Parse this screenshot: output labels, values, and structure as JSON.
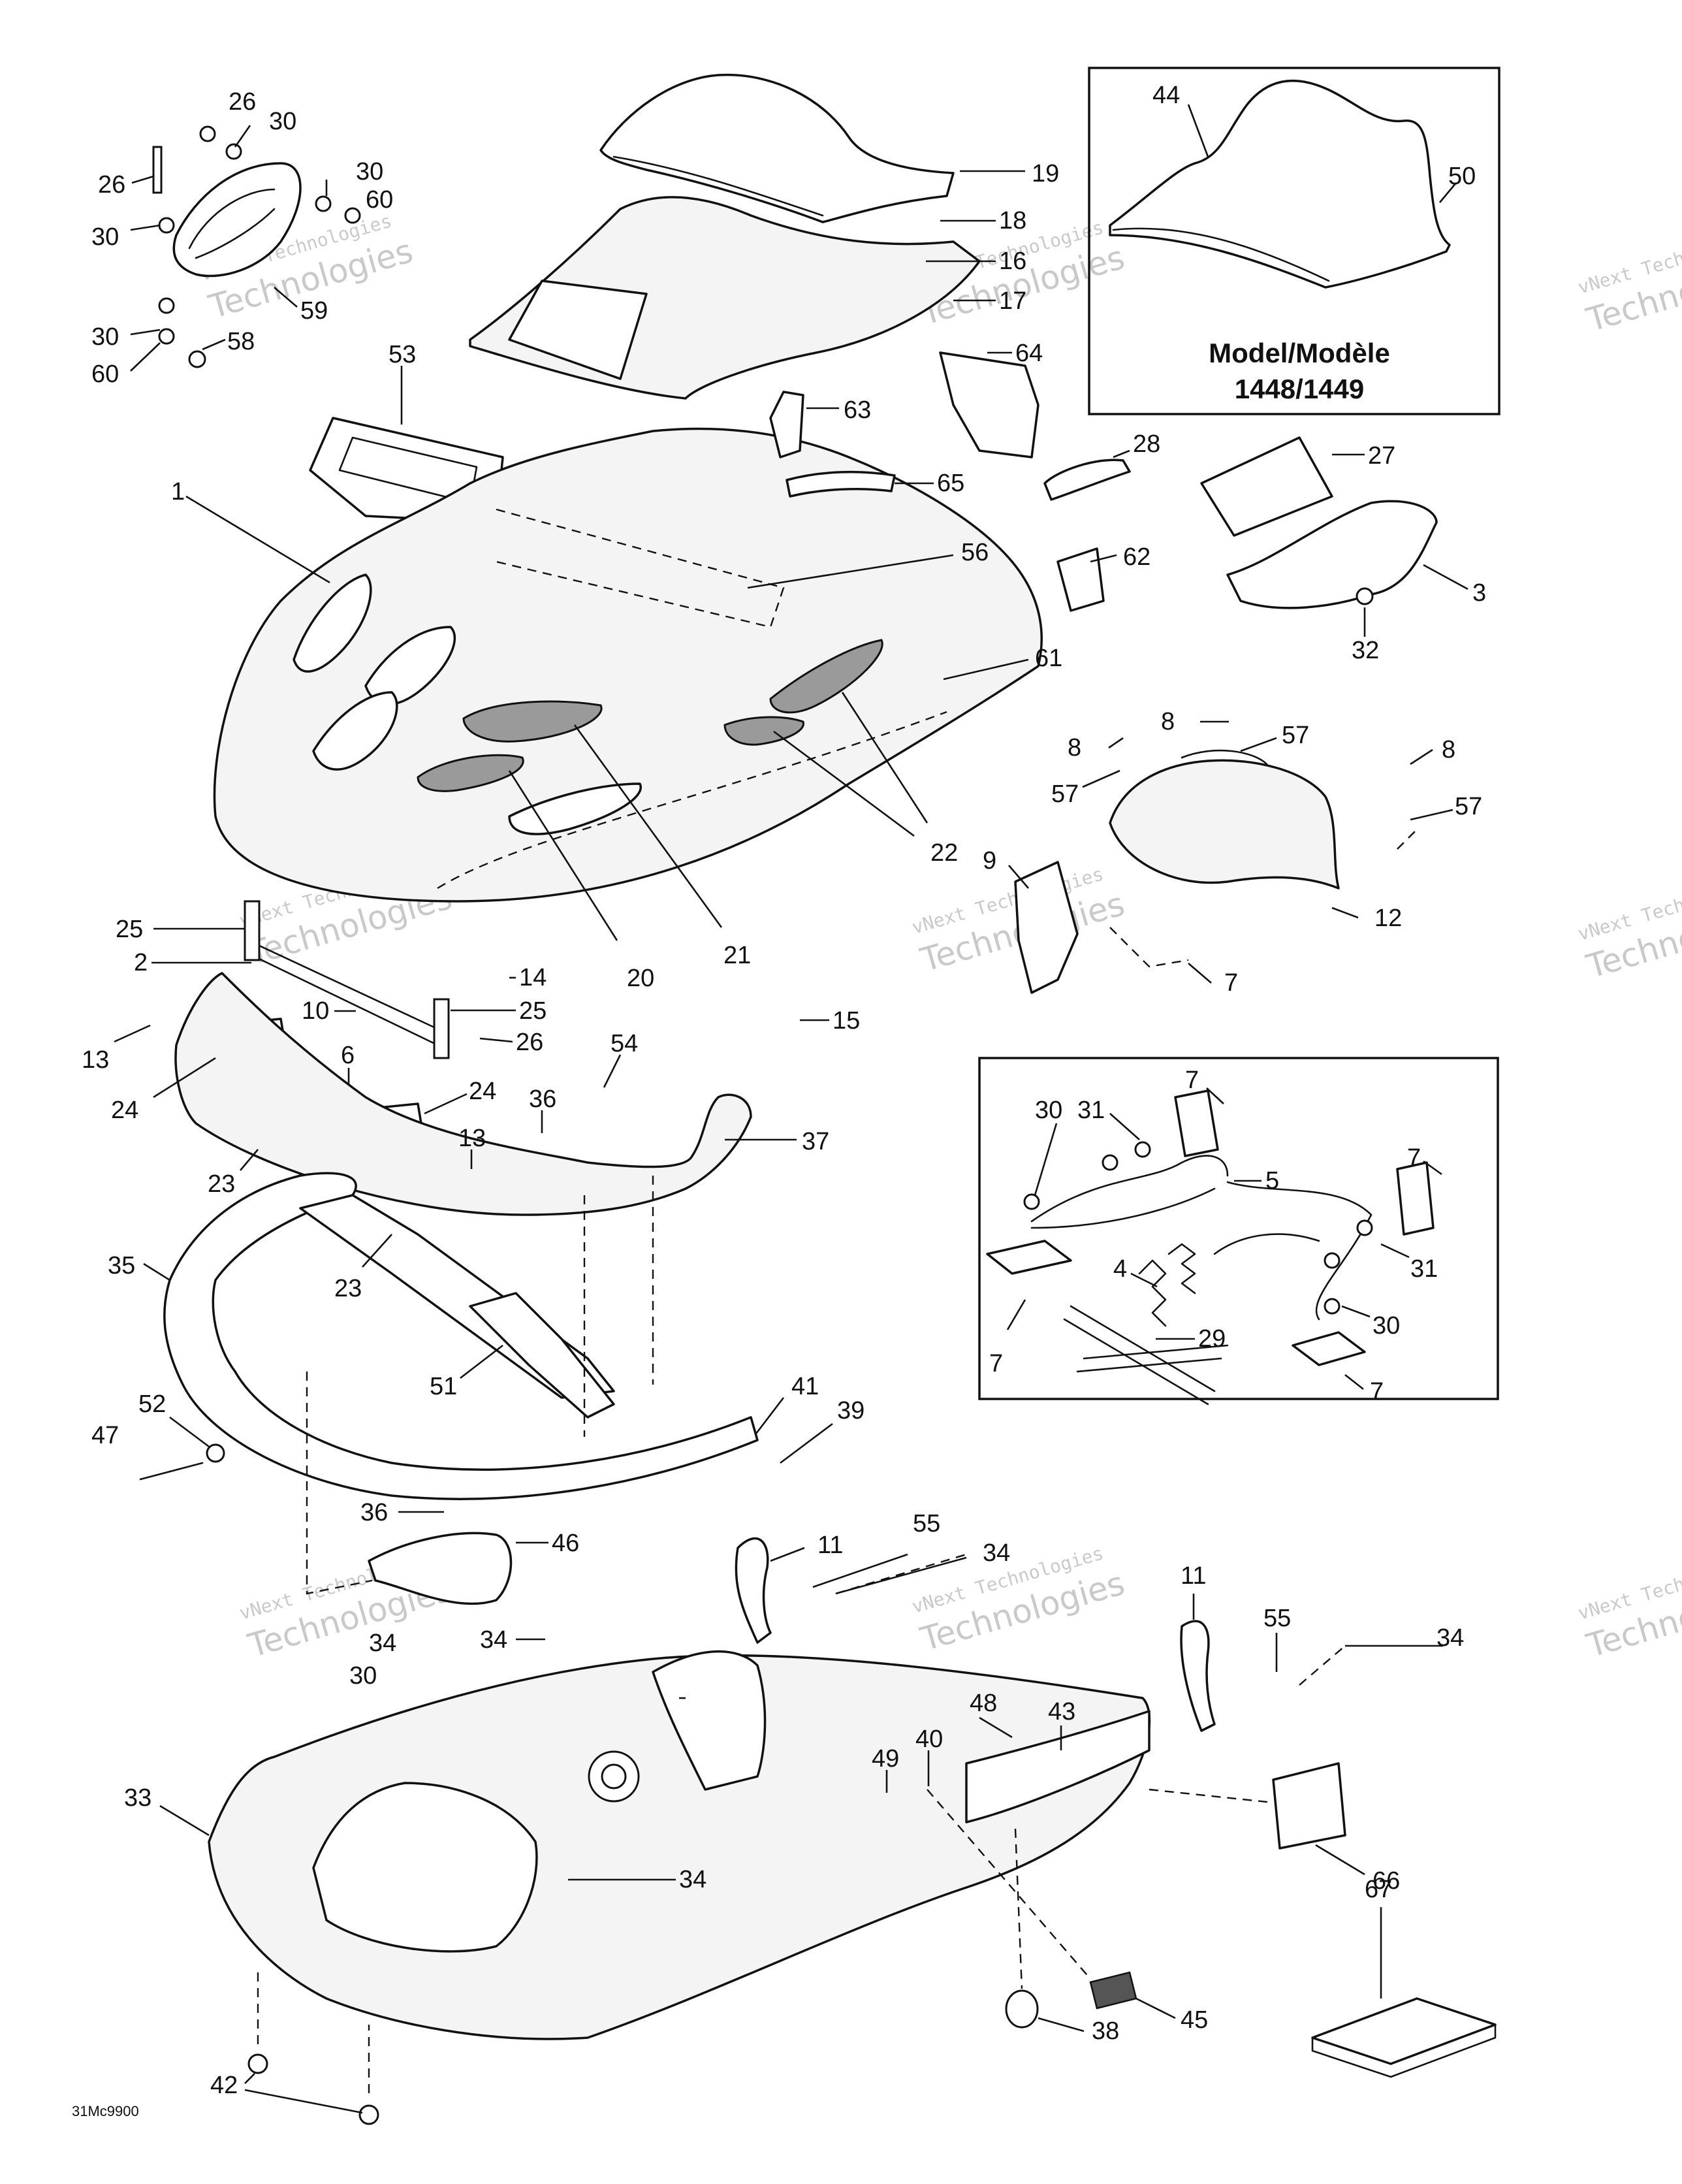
{
  "diagram": {
    "model_label": "Model/Modèle",
    "model_numbers": "1448/1449",
    "reference_code": "31Mc9900",
    "watermark_line1": "vNext Technologies",
    "watermark_line2": "Technologies",
    "callouts": [
      "1",
      "2",
      "3",
      "4",
      "5",
      "6",
      "7",
      "8",
      "9",
      "10",
      "11",
      "12",
      "13",
      "14",
      "15",
      "16",
      "17",
      "18",
      "19",
      "20",
      "21",
      "22",
      "23",
      "24",
      "25",
      "26",
      "27",
      "28",
      "29",
      "30",
      "31",
      "32",
      "33",
      "34",
      "35",
      "36",
      "37",
      "38",
      "39",
      "40",
      "41",
      "42",
      "43",
      "44",
      "45",
      "46",
      "47",
      "48",
      "49",
      "50",
      "51",
      "52",
      "53",
      "54",
      "55",
      "56",
      "57",
      "58",
      "59",
      "60",
      "61",
      "62",
      "63",
      "64",
      "65",
      "66",
      "67"
    ]
  }
}
